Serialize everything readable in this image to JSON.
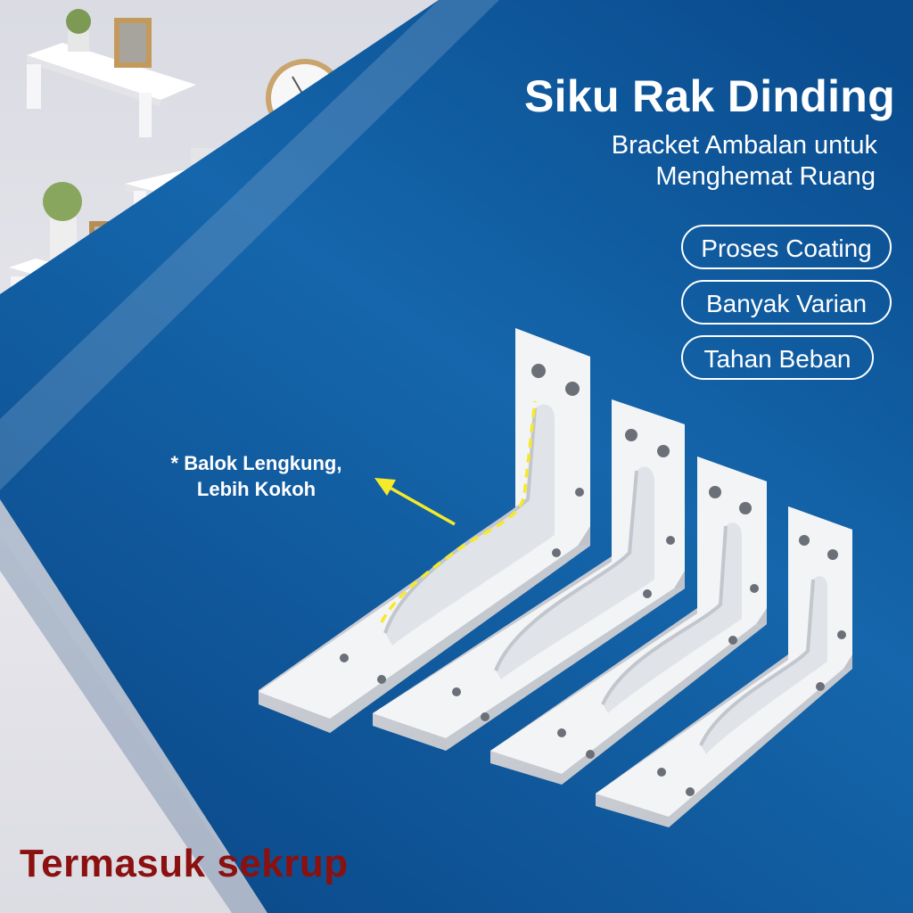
{
  "headline": {
    "title": "Siku Rak Dinding",
    "subtitle_line1": "Bracket Ambalan untuk",
    "subtitle_line2": "Menghemat Ruang"
  },
  "features": [
    "Proses Coating",
    "Banyak Varian",
    "Tahan Beban"
  ],
  "callout": {
    "line1": "* Balok Lengkung,",
    "line2": "Lebih Kokoh"
  },
  "footer_note": "Termasuk  sekrup",
  "colors": {
    "blue_dark": "#0b4d8f",
    "blue_light": "#1a72b7",
    "wall": "#e4e4ea",
    "accent_yellow": "#f5ea2a",
    "footer_text": "#8b1010",
    "bracket": "#f3f4f6"
  },
  "product": {
    "bracket_count": 4
  }
}
